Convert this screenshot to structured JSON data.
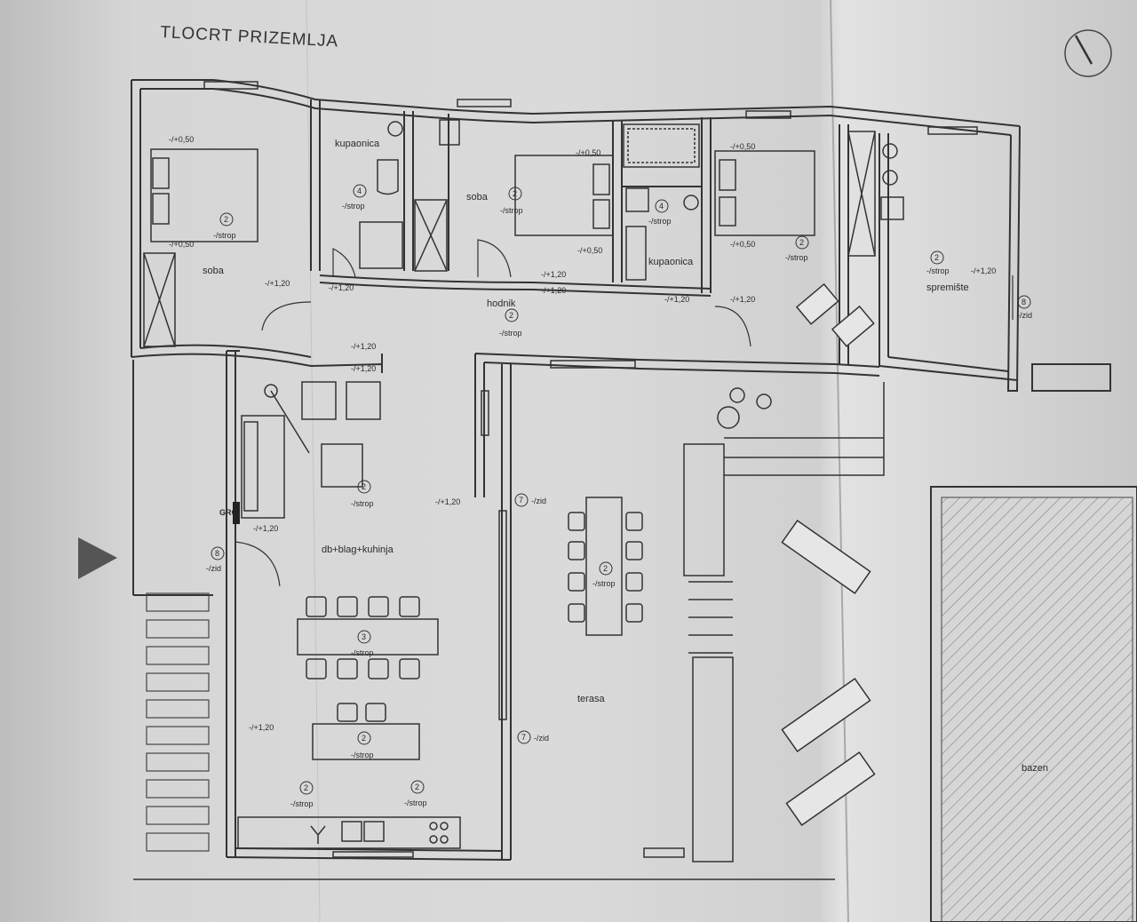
{
  "title": "TLOCRT PRIZEMLJA",
  "rooms": {
    "soba_left": "soba",
    "kupaonica_1": "kupaonica",
    "soba_mid": "soba",
    "kupaonica_2": "kupaonica",
    "hodnik": "hodnik",
    "spremiste": "spremište",
    "dnevni": "db+blag+kuhinja",
    "terasa": "terasa",
    "bazen": "bazen"
  },
  "symbols": {
    "num2": "2",
    "num3": "3",
    "num4": "4",
    "num7": "7",
    "num8": "8",
    "strop": "-/strop",
    "zid": "-/zid",
    "p050": "-/+0,50",
    "p120": "-/+1,20",
    "gro": "GRO"
  }
}
